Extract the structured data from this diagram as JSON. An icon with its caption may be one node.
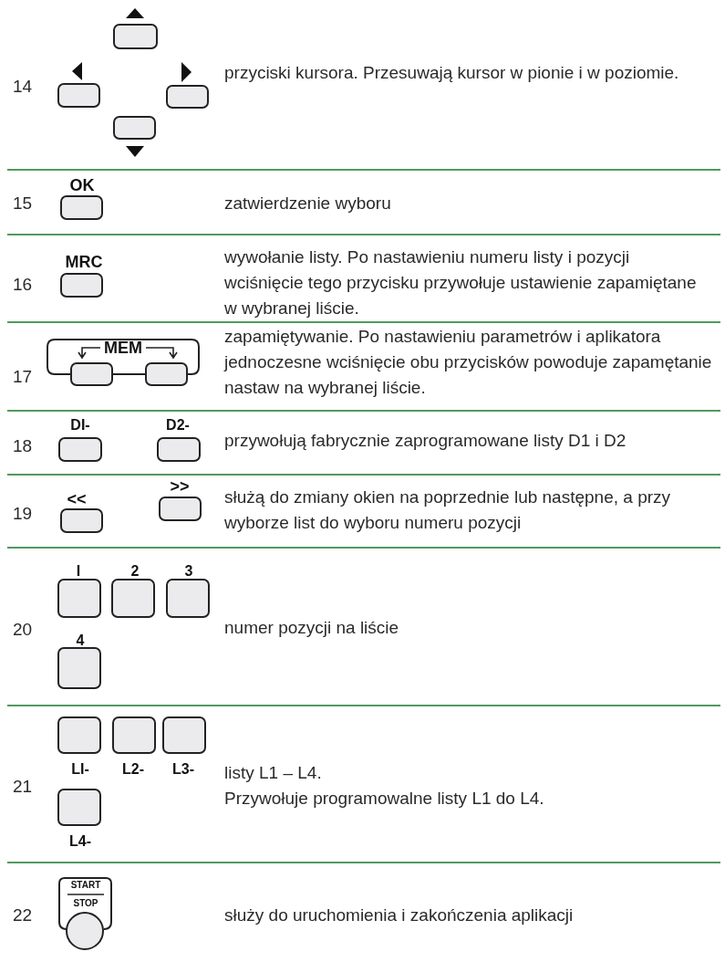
{
  "diagram": {
    "labels": [
      "14",
      "przyciski kursora. Przesuwają kursor w pionie i w poziomie.",
      "15",
      "OK",
      "zatwierdzenie wyboru",
      "16",
      "MRC",
      "wywołanie listy. Po nastawieniu numeru listy i pozycji wciśnięcie tego przycisku przywołuje ustawienie zapamiętane w wybranej liście.",
      "17",
      "MEM",
      "zapamiętywanie. Po nastawieniu parametrów i aplikatora jednoczesne wciśnięcie obu przycisków powoduje zapamętanie nastaw na wybranej liście.",
      "18",
      "DI-",
      "D2-",
      "przywołują fabrycznie zaprogramowane listy D1 i D2",
      "19",
      "<<",
      ">>",
      "służą do zmiany okien na poprzednie lub następne, a przy wyborze list do wyboru numeru pozycji",
      "20",
      "I",
      "2",
      "3",
      "4",
      "numer pozycji na liście",
      "21",
      "LI-",
      "L2-",
      "L3-",
      "L4-",
      "listy L1 – L4.",
      "Przywołuje programowalne listy L1 do L4.",
      "22",
      "START",
      "STOP",
      "służy do uruchomienia i zakończenia aplikacji"
    ]
  }
}
